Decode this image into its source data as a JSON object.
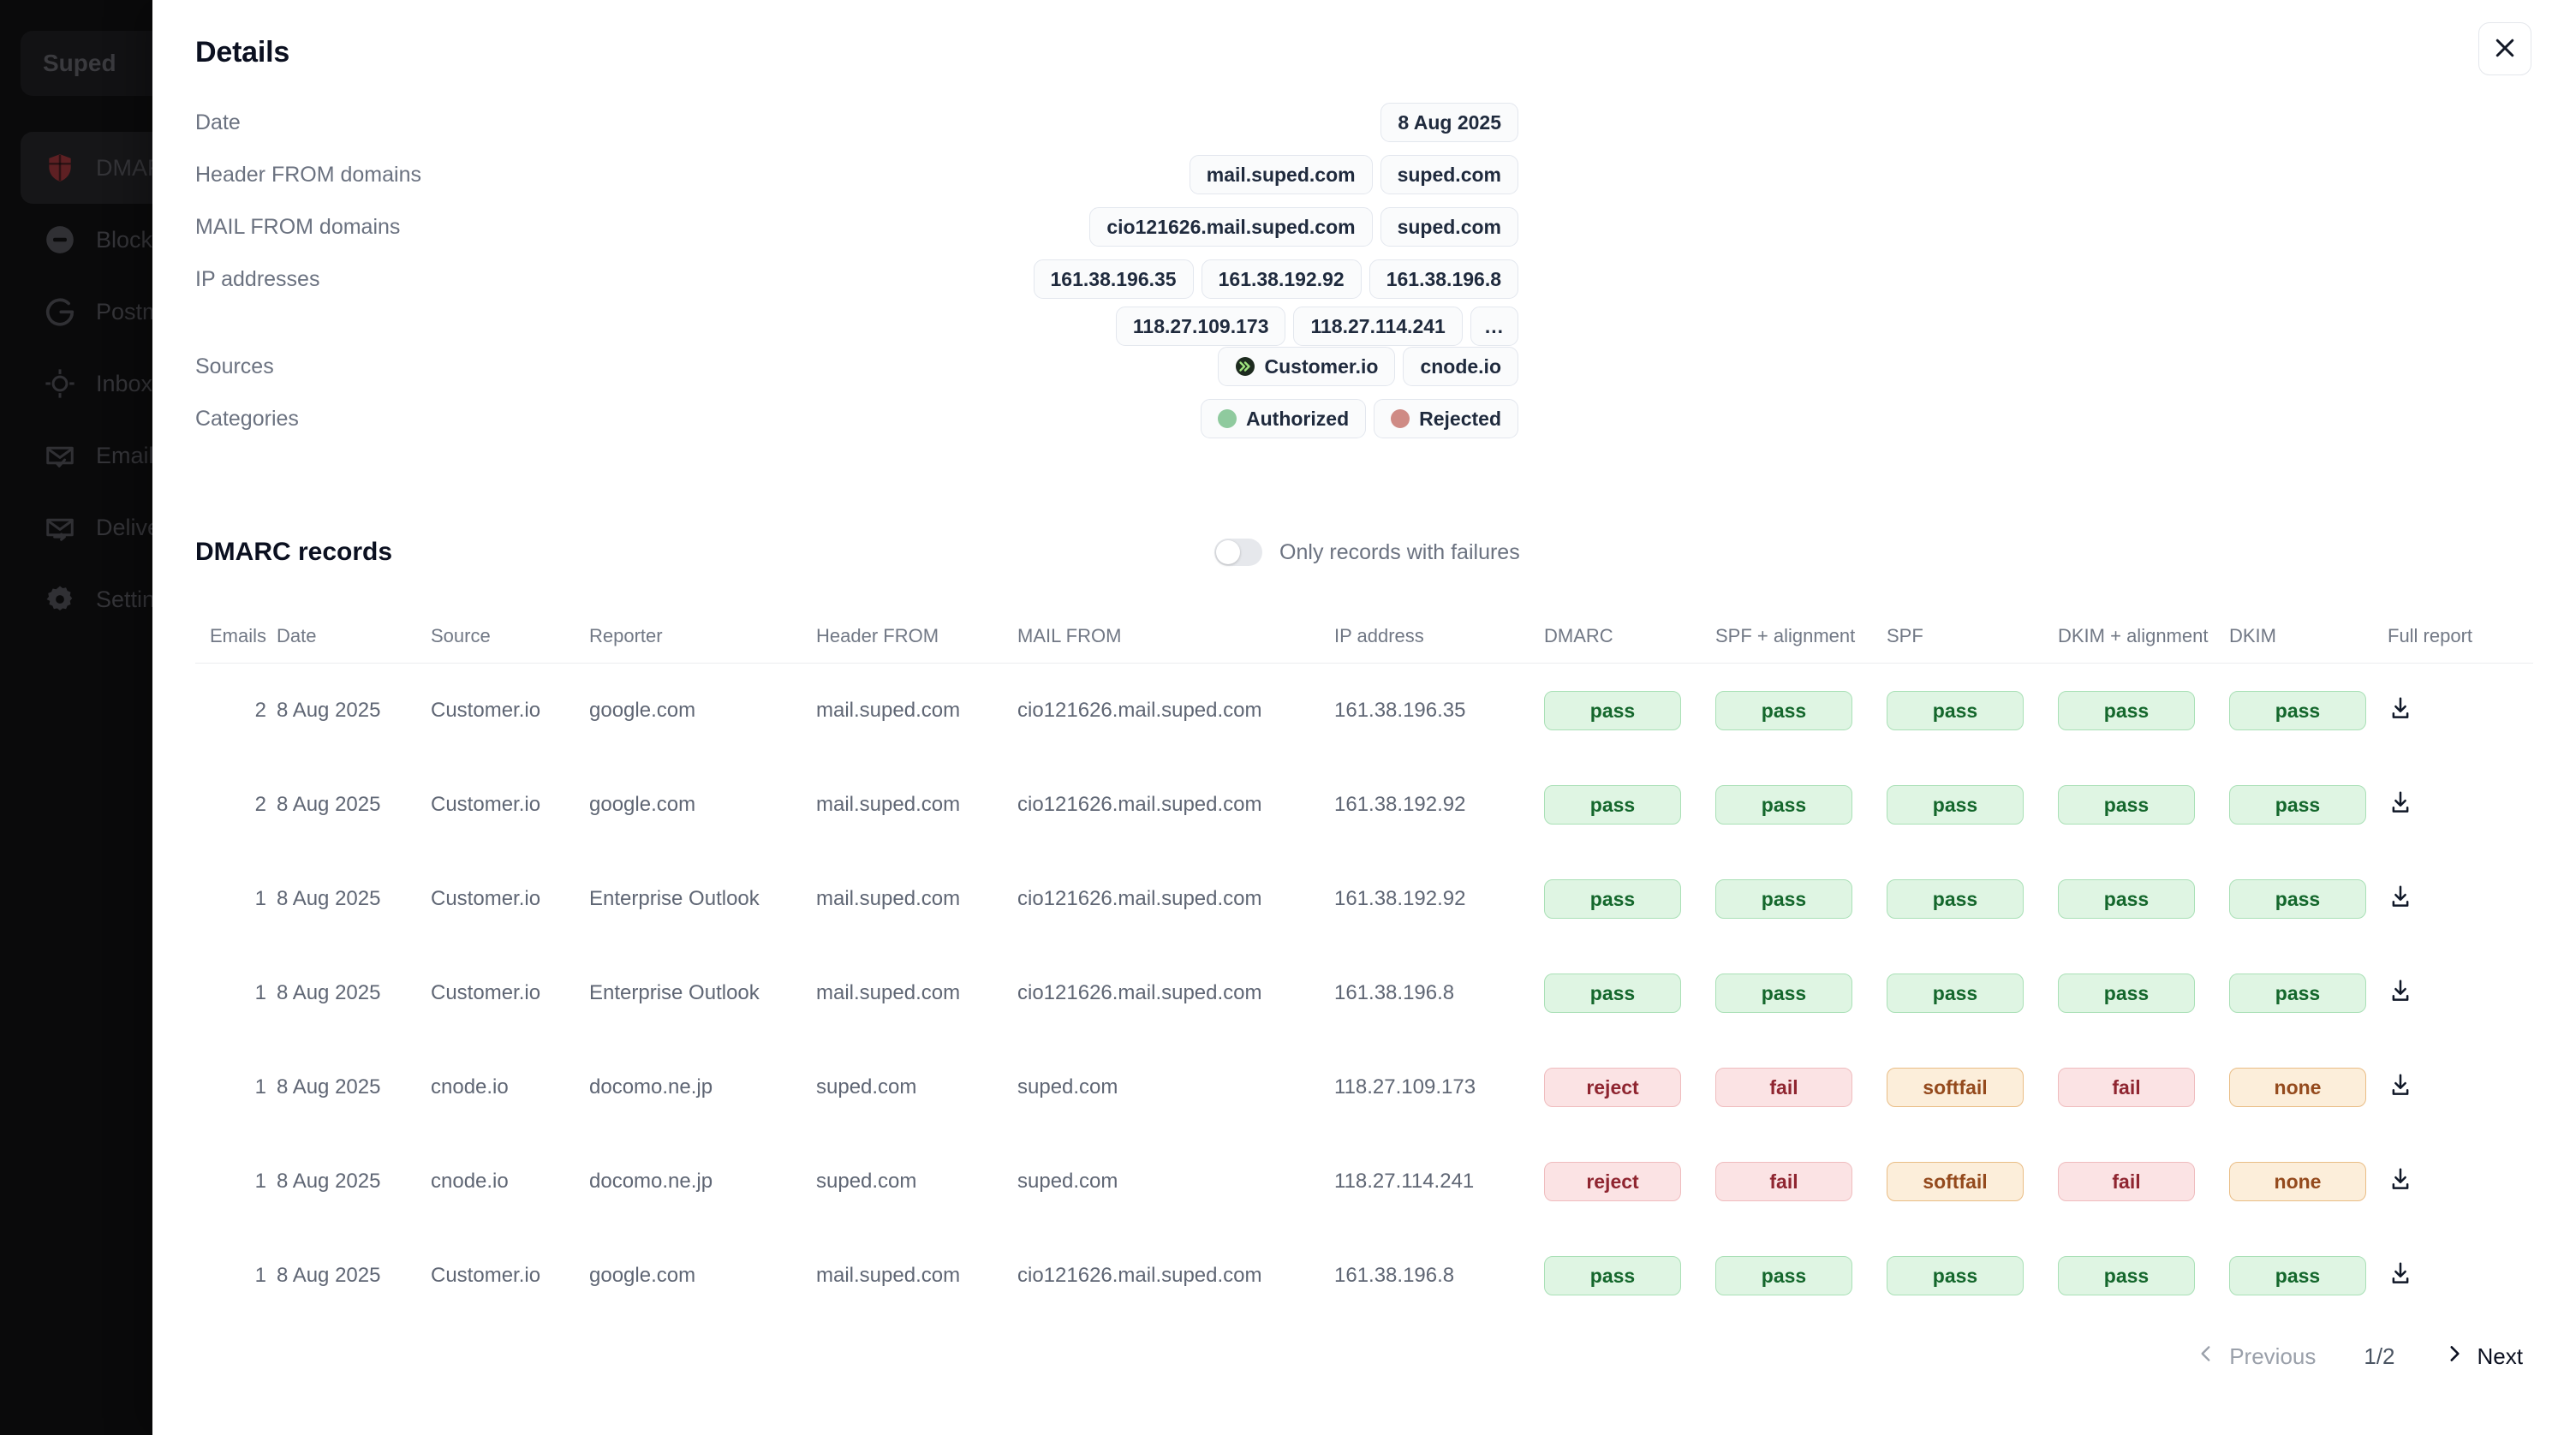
{
  "sidebar": {
    "brand": "Suped",
    "items": [
      {
        "label": "DMARC",
        "icon": "shield-icon",
        "active": true
      },
      {
        "label": "Blocklists",
        "icon": "blocklist-icon",
        "active": false
      },
      {
        "label": "Postmaster",
        "icon": "google-g-icon",
        "active": false
      },
      {
        "label": "Inbox",
        "icon": "target-icon",
        "active": false
      },
      {
        "label": "Email",
        "icon": "envelope-check-icon",
        "active": false
      },
      {
        "label": "Deliverability",
        "icon": "envelope-arrow-icon",
        "active": false
      },
      {
        "label": "Settings",
        "icon": "gear-icon",
        "active": false
      }
    ]
  },
  "modal": {
    "title": "Details",
    "close_label": "Close",
    "details": [
      {
        "label": "Date",
        "values": [
          {
            "text": "8 Aug 2025"
          }
        ]
      },
      {
        "label": "Header FROM domains",
        "values": [
          {
            "text": "mail.suped.com"
          },
          {
            "text": "suped.com"
          }
        ]
      },
      {
        "label": "MAIL FROM domains",
        "values": [
          {
            "text": "cio121626.mail.suped.com"
          },
          {
            "text": "suped.com"
          }
        ]
      },
      {
        "label": "IP addresses",
        "values": [
          {
            "text": "161.38.196.35"
          },
          {
            "text": "161.38.192.92"
          },
          {
            "text": "161.38.196.8"
          },
          {
            "text": "118.27.109.173"
          },
          {
            "text": "118.27.114.241"
          },
          {
            "text": "..."
          }
        ]
      },
      {
        "label": "Sources",
        "values": [
          {
            "text": "Customer.io",
            "icon": "customerio-icon"
          },
          {
            "text": "cnode.io"
          }
        ]
      },
      {
        "label": "Categories",
        "values": [
          {
            "text": "Authorized",
            "dot": "green"
          },
          {
            "text": "Rejected",
            "dot": "red"
          }
        ]
      }
    ],
    "records": {
      "title": "DMARC records",
      "filter_toggle_label": "Only records with failures",
      "filter_toggle_on": false,
      "columns": [
        "Emails",
        "Date",
        "Source",
        "Reporter",
        "Header FROM",
        "MAIL FROM",
        "IP address",
        "DMARC",
        "SPF + alignment",
        "SPF",
        "DKIM + alignment",
        "DKIM",
        "Full report"
      ],
      "rows": [
        {
          "emails": "2",
          "date": "8 Aug 2025",
          "source": "Customer.io",
          "reporter": "google.com",
          "header_from": "mail.suped.com",
          "mail_from": "cio121626.mail.suped.com",
          "ip": "161.38.196.35",
          "dmarc": "pass",
          "spf_alignment": "pass",
          "spf": "pass",
          "dkim_alignment": "pass",
          "dkim": "pass"
        },
        {
          "emails": "2",
          "date": "8 Aug 2025",
          "source": "Customer.io",
          "reporter": "google.com",
          "header_from": "mail.suped.com",
          "mail_from": "cio121626.mail.suped.com",
          "ip": "161.38.192.92",
          "dmarc": "pass",
          "spf_alignment": "pass",
          "spf": "pass",
          "dkim_alignment": "pass",
          "dkim": "pass"
        },
        {
          "emails": "1",
          "date": "8 Aug 2025",
          "source": "Customer.io",
          "reporter": "Enterprise Outlook",
          "header_from": "mail.suped.com",
          "mail_from": "cio121626.mail.suped.com",
          "ip": "161.38.192.92",
          "dmarc": "pass",
          "spf_alignment": "pass",
          "spf": "pass",
          "dkim_alignment": "pass",
          "dkim": "pass"
        },
        {
          "emails": "1",
          "date": "8 Aug 2025",
          "source": "Customer.io",
          "reporter": "Enterprise Outlook",
          "header_from": "mail.suped.com",
          "mail_from": "cio121626.mail.suped.com",
          "ip": "161.38.196.8",
          "dmarc": "pass",
          "spf_alignment": "pass",
          "spf": "pass",
          "dkim_alignment": "pass",
          "dkim": "pass"
        },
        {
          "emails": "1",
          "date": "8 Aug 2025",
          "source": "cnode.io",
          "reporter": "docomo.ne.jp",
          "header_from": "suped.com",
          "mail_from": "suped.com",
          "ip": "118.27.109.173",
          "dmarc": "reject",
          "spf_alignment": "fail",
          "spf": "softfail",
          "dkim_alignment": "fail",
          "dkim": "none"
        },
        {
          "emails": "1",
          "date": "8 Aug 2025",
          "source": "cnode.io",
          "reporter": "docomo.ne.jp",
          "header_from": "suped.com",
          "mail_from": "suped.com",
          "ip": "118.27.114.241",
          "dmarc": "reject",
          "spf_alignment": "fail",
          "spf": "softfail",
          "dkim_alignment": "fail",
          "dkim": "none"
        },
        {
          "emails": "1",
          "date": "8 Aug 2025",
          "source": "Customer.io",
          "reporter": "google.com",
          "header_from": "mail.suped.com",
          "mail_from": "cio121626.mail.suped.com",
          "ip": "161.38.196.8",
          "dmarc": "pass",
          "spf_alignment": "pass",
          "spf": "pass",
          "dkim_alignment": "pass",
          "dkim": "pass"
        }
      ],
      "download_icon": "download-icon"
    },
    "pagination": {
      "previous_label": "Previous",
      "next_label": "Next",
      "page_indicator": "1/2",
      "previous_enabled": false,
      "next_enabled": true
    }
  },
  "colors": {
    "pass_bg": "#dff5e3",
    "pass_text": "#14672c",
    "fail_bg": "#fbe3e4",
    "fail_text": "#8f2530",
    "warn_bg": "#fceeda",
    "warn_text": "#944a1d",
    "authorized_dot": "#8fca9e",
    "rejected_dot": "#cf8b85"
  }
}
